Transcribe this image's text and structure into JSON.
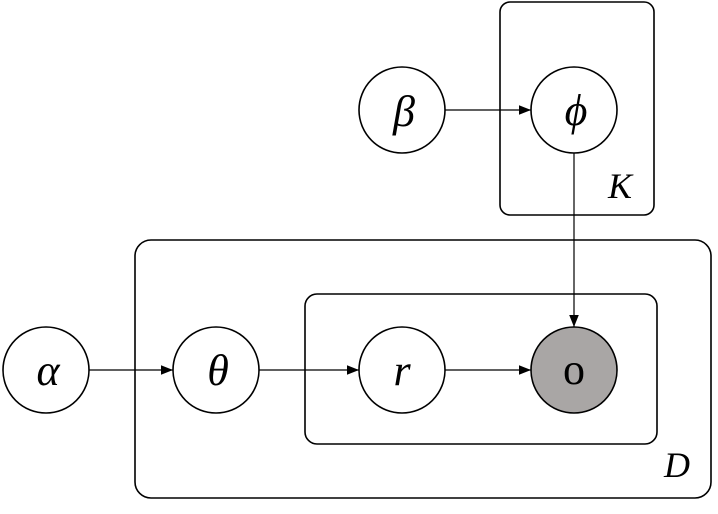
{
  "nodes": {
    "alpha": {
      "label": "α",
      "observed": false
    },
    "theta": {
      "label": "θ",
      "observed": false
    },
    "r": {
      "label": "r",
      "observed": false
    },
    "o": {
      "label": "o",
      "observed": true
    },
    "beta": {
      "label": "β",
      "observed": false
    },
    "phi": {
      "label": "ϕ",
      "observed": false
    }
  },
  "plates": {
    "K": {
      "label": "K"
    },
    "D": {
      "label": "D"
    },
    "inner": {
      "label": ""
    }
  },
  "edges": [
    {
      "from": "alpha",
      "to": "theta"
    },
    {
      "from": "theta",
      "to": "r"
    },
    {
      "from": "r",
      "to": "o"
    },
    {
      "from": "beta",
      "to": "phi"
    },
    {
      "from": "phi",
      "to": "o"
    }
  ],
  "colors": {
    "latent_fill": "#ffffff",
    "observed_fill": "#a9a6a5",
    "stroke": "#000000"
  }
}
